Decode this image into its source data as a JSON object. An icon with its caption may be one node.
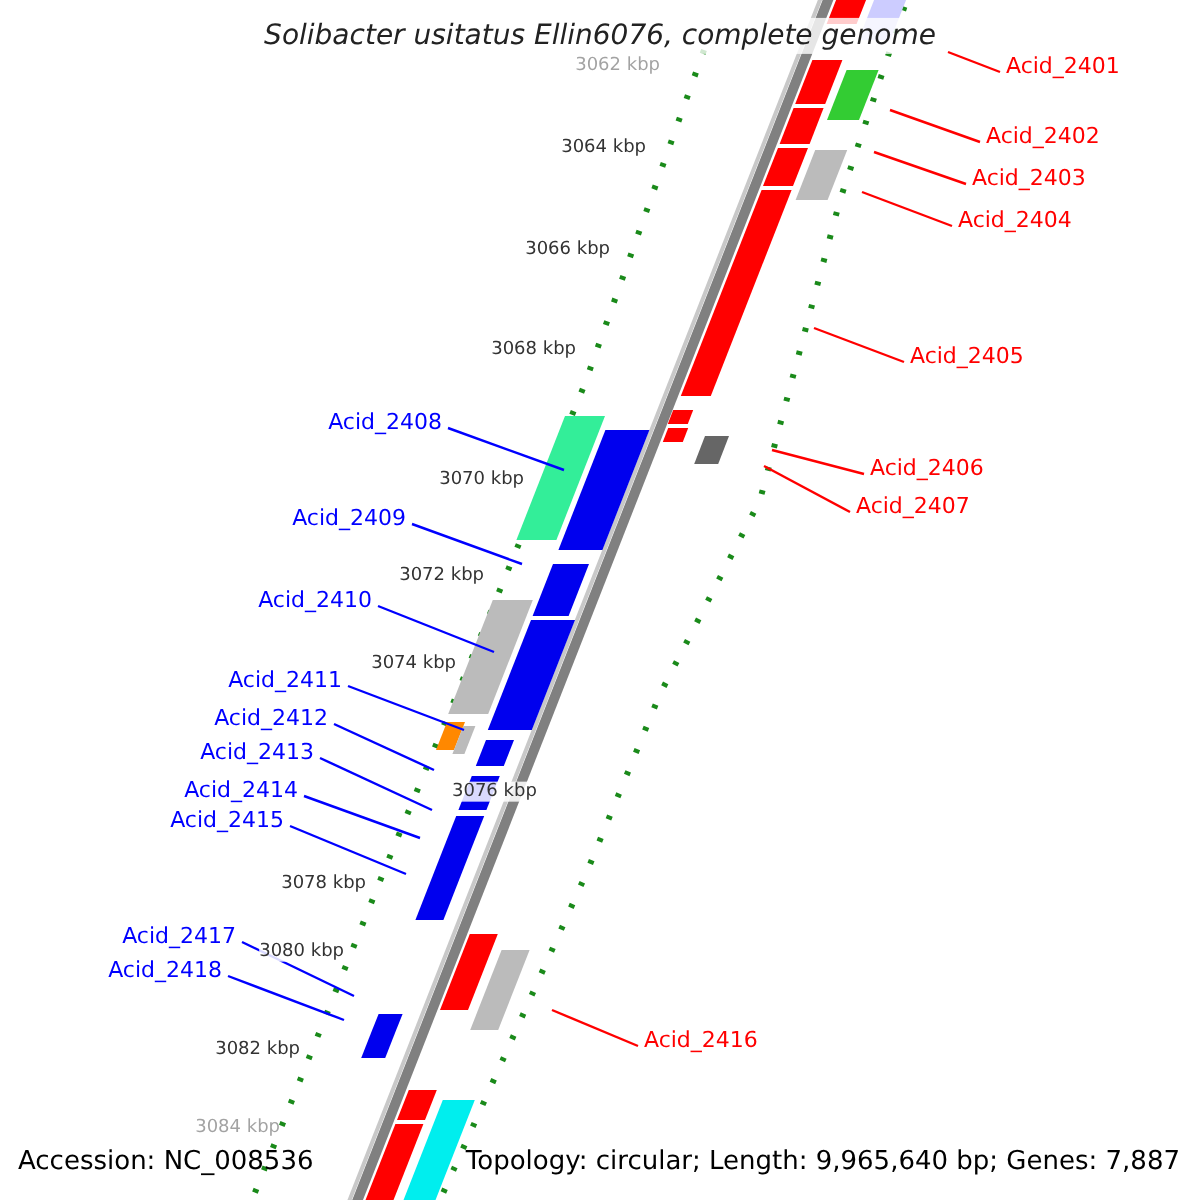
{
  "diagram": {
    "title": "Solibacter usitatus Ellin6076, complete genome",
    "nodes": [
      {
        "text": [
          "Acid_2401"
        ]
      },
      {
        "text": [
          "Acid_2402"
        ]
      },
      {
        "text": [
          "Acid_2403"
        ]
      },
      {
        "text": [
          "Acid_2404"
        ]
      },
      {
        "text": [
          "Acid_2405"
        ]
      },
      {
        "text": [
          "Acid_2408"
        ]
      },
      {
        "text": [
          "Acid_2406"
        ]
      },
      {
        "text": [
          "Acid_2407"
        ]
      },
      {
        "text": [
          "Acid_2409"
        ]
      },
      {
        "text": [
          "Acid_2410"
        ]
      },
      {
        "text": [
          "Acid_2411"
        ]
      },
      {
        "text": [
          "Acid_2412"
        ]
      },
      {
        "text": [
          "Acid_2413"
        ]
      },
      {
        "text": [
          "Acid_2414"
        ]
      },
      {
        "text": [
          "Acid_2415"
        ]
      },
      {
        "text": [
          "Acid_2417"
        ]
      },
      {
        "text": [
          "Acid_2418"
        ]
      },
      {
        "text": [
          "Acid_2416"
        ]
      }
    ],
    "edges": [
      {
        "from": 0,
        "to": null,
        "arrow": "none",
        "color": "#ff0000"
      },
      {
        "from": 1,
        "to": null,
        "arrow": "none",
        "color": "#ff0000"
      },
      {
        "from": 2,
        "to": null,
        "arrow": "none",
        "color": "#ff0000"
      },
      {
        "from": 3,
        "to": null,
        "arrow": "none",
        "color": "#ff0000"
      },
      {
        "from": 4,
        "to": null,
        "arrow": "none",
        "color": "#ff0000"
      },
      {
        "from": 5,
        "to": null,
        "arrow": "none"
      },
      {
        "from": 6,
        "to": null,
        "arrow": "none",
        "color": "#ff0000"
      },
      {
        "from": 7,
        "to": null,
        "arrow": "none",
        "color": "#ff0000"
      },
      {
        "from": 8,
        "to": null,
        "arrow": "none"
      },
      {
        "from": 9,
        "to": null,
        "arrow": "none"
      },
      {
        "from": 10,
        "to": null,
        "arrow": "none"
      },
      {
        "from": 11,
        "to": null,
        "arrow": "none"
      },
      {
        "from": 12,
        "to": null,
        "arrow": "none"
      },
      {
        "from": 13,
        "to": null,
        "arrow": "none"
      },
      {
        "from": 14,
        "to": null,
        "arrow": "none"
      },
      {
        "from": 15,
        "to": null,
        "arrow": "none"
      },
      {
        "from": 16,
        "to": null,
        "arrow": "none"
      },
      {
        "from": 17,
        "to": null,
        "arrow": "none",
        "color": "#ff0000"
      }
    ],
    "labels": [
      "3062 kbp",
      "3064 kbp",
      "3066 kbp",
      "3068 kbp",
      "3070 kbp",
      "3072 kbp",
      "3074 kbp",
      "3076 kbp",
      "3078 kbp",
      "3080 kbp",
      "3082 kbp",
      "3084 kbp",
      "Accession: NC_008536",
      "Topology: circular; Length: 9,965,640 bp; Genes: 7,887"
    ]
  }
}
